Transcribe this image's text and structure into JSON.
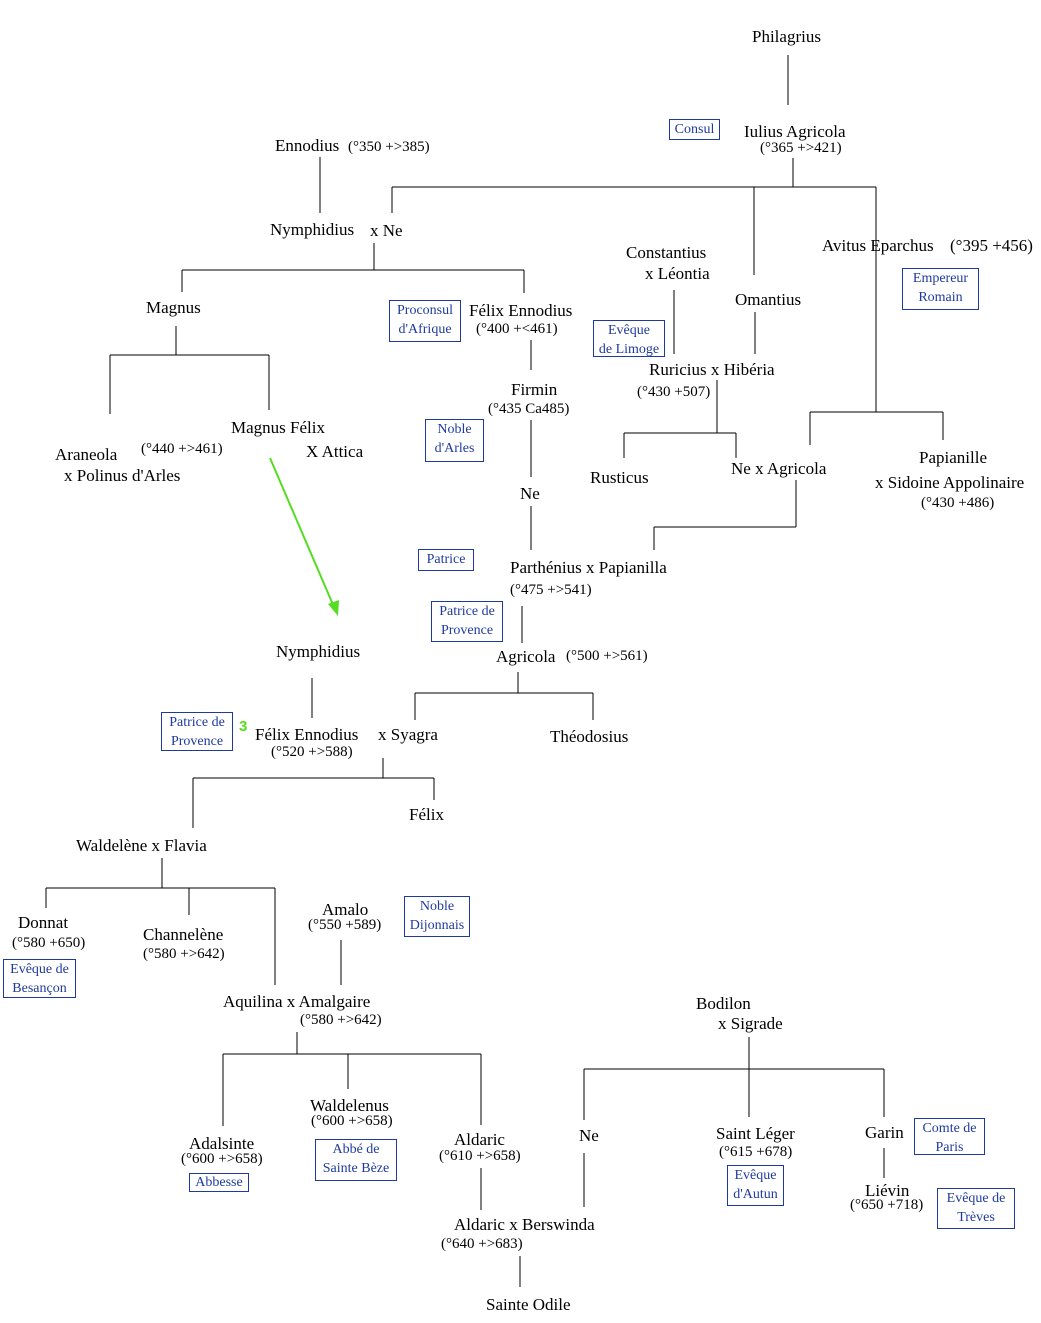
{
  "people": {
    "philagrius": "Philagrius",
    "iulius_agricola": "Iulius Agricola",
    "iulius_agricola_dates": "(°365 +>421)",
    "ennodius": "Ennodius",
    "ennodius_dates": "(°350 +>385)",
    "nymphidius_1": "Nymphidius",
    "nymphidius_1_spouse": "x Ne",
    "constantius": "Constantius",
    "constantius_spouse": "x Léontia",
    "avitus": "Avitus Eparchus",
    "avitus_dates": "(°395 +456)",
    "magnus": "Magnus",
    "felix_ennodius_1": "Félix Ennodius",
    "felix_ennodius_1_dates": "(°400 +<461)",
    "omantius": "Omantius",
    "ruricius": "Ruricius x Hibéria",
    "ruricius_dates": "(°430 +507)",
    "firmin": "Firmin",
    "firmin_dates": "(°435 Ca485)",
    "magnus_felix": "Magnus Félix",
    "magnus_felix_spouse": "X Attica",
    "magnus_felix_dates": "(°440 +>461)",
    "araneola": "Araneola",
    "araneola_spouse": "x Polinus d'Arles",
    "rusticus": "Rusticus",
    "ne_agricola": "Ne x Agricola",
    "papianille": "Papianille",
    "papianille_spouse": "x Sidoine Appolinaire",
    "papianille_dates": "(°430 +486)",
    "ne_1": "Ne",
    "parthenius": "Parthénius x Papianilla",
    "parthenius_dates": "(°475 +>541)",
    "nymphidius_2": "Nymphidius",
    "agricola": "Agricola",
    "agricola_dates": "(°500 +>561)",
    "felix_ennodius_2": "Félix Ennodius",
    "felix_ennodius_2_spouse": "x Syagra",
    "felix_ennodius_2_dates": "(°520 +>588)",
    "theodosius": "Théodosius",
    "felix": "Félix",
    "waldelene": "Waldelène x Flavia",
    "donnat": "Donnat",
    "donnat_dates": "(°580 +650)",
    "channelene": "Channelène",
    "channelene_dates": "(°580 +>642)",
    "amalo": "Amalo",
    "amalo_dates": "(°550 +589)",
    "aquilina": "Aquilina x Amalgaire",
    "aquilina_dates": "(°580 +>642)",
    "bodilon": "Bodilon",
    "bodilon_spouse": "x Sigrade",
    "adalsinte": "Adalsinte",
    "adalsinte_dates": "(°600 +>658)",
    "waldelenus": "Waldelenus",
    "waldelenus_dates": "(°600 +>658)",
    "aldaric_1": "Aldaric",
    "aldaric_1_dates": "(°610 +>658)",
    "ne_2": "Ne",
    "saint_leger": "Saint Léger",
    "saint_leger_dates": "(°615 +678)",
    "garin": "Garin",
    "lievin": "Liévin",
    "lievin_dates": "(°650 +718)",
    "aldaric_2": "Aldaric  x Berswinda",
    "aldaric_2_dates": "(°640 +>683)",
    "sainte_odile": "Sainte Odile"
  },
  "titles": {
    "consul": "Consul",
    "empereur_1": "Empereur",
    "empereur_2": "Romain",
    "proconsul_1": "Proconsul",
    "proconsul_2": "d'Afrique",
    "eveque_limoge_1": "Evêque",
    "eveque_limoge_2": "de Limoge",
    "noble_arles_1": "Noble",
    "noble_arles_2": "d'Arles",
    "patrice": "Patrice",
    "patrice_provence_1a": "Patrice de",
    "patrice_provence_1b": "Provence",
    "patrice_provence_2a": "Patrice de",
    "patrice_provence_2b": "Provence",
    "noble_dijonnais_1": "Noble",
    "noble_dijonnais_2": "Dijonnais",
    "eveque_besancon_1": "Evêque de",
    "eveque_besancon_2": "Besançon",
    "abbe_1": "Abbé de",
    "abbe_2": "Sainte Bèze",
    "abbesse": "Abbesse",
    "eveque_autun_1": "Evêque",
    "eveque_autun_2": "d'Autun",
    "comte_1": "Comte de",
    "comte_2": "Paris",
    "eveque_treves_1": "Evêque de",
    "eveque_treves_2": "Trèves"
  },
  "annotation_number": "3",
  "colors": {
    "line": "#000000",
    "title_box": "#1f3a9e",
    "arrow": "#55dd22"
  }
}
